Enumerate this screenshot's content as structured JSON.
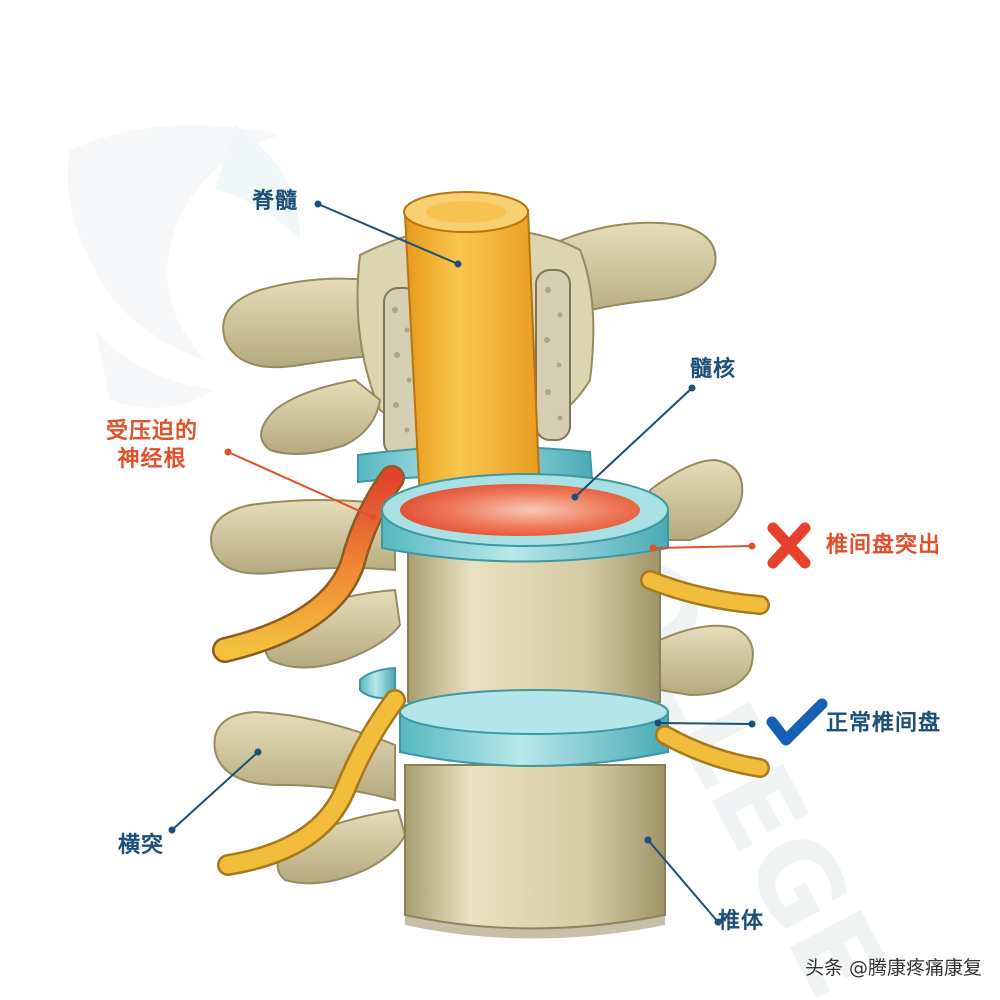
{
  "labels": {
    "spinal_cord": "脊髓",
    "nucleus_pulposus": "髓核",
    "compressed_root_line1": "受压迫的",
    "compressed_root_line2": "神经根",
    "disc_herniation": "椎间盘突出",
    "normal_disc": "正常椎间盘",
    "transverse_process": "横突",
    "vertebral_body": "椎体"
  },
  "icons": {
    "herniation_marker": "cross-mark-icon",
    "normal_marker": "check-mark-icon"
  },
  "watermark_text": "COLLEGE",
  "credit": "头条 @腾康疼痛康复",
  "colors": {
    "label_blue": "#1d4f78",
    "label_red": "#e1502a",
    "bone": "#d9d0ac",
    "bone_dark": "#b8ad82",
    "disc": "#8fd3d8",
    "disc_dark": "#4fb3bd",
    "spinal_cord": "#f3ad2f",
    "nerve": "#f1bd3b",
    "herniation": "#e8553b",
    "check_blue": "#1560b5",
    "cross_red": "#e6412c"
  }
}
